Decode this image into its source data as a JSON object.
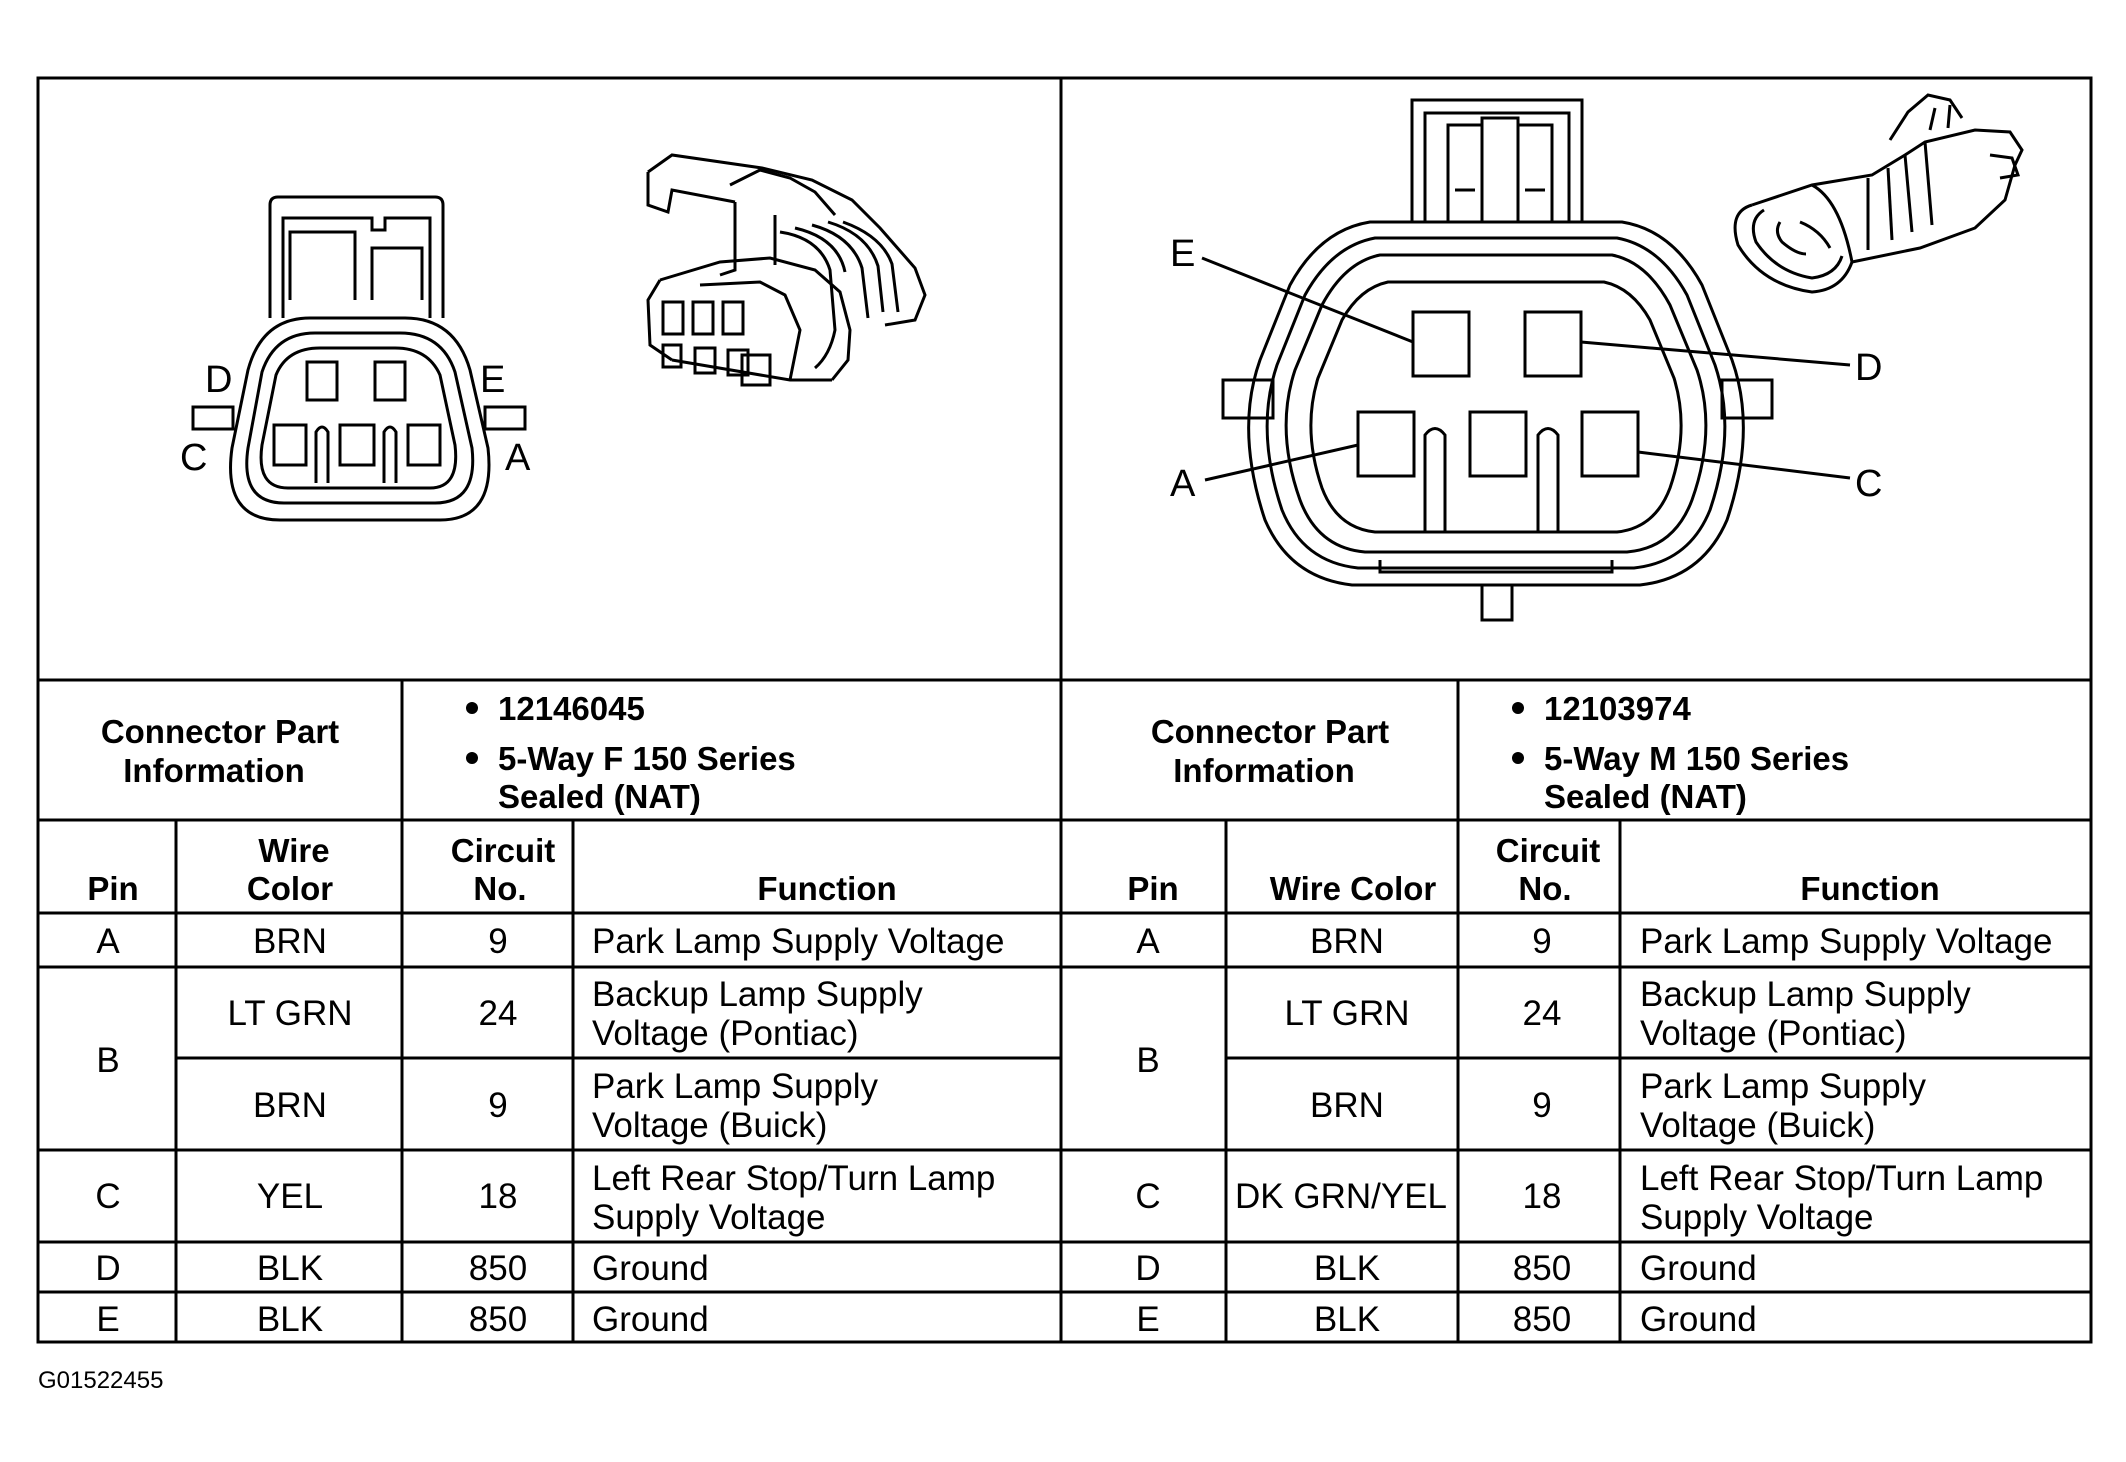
{
  "figure_id": "G01522455",
  "left": {
    "pin_labels": {
      "d": "D",
      "e": "E",
      "c": "C",
      "a": "A"
    },
    "part_info": {
      "label_line1": "Connector Part",
      "label_line2": "Information",
      "bullet1": "12146045",
      "bullet2_line1": "5-Way F 150 Series",
      "bullet2_line2": "Sealed (NAT)"
    },
    "headers": {
      "pin": "Pin",
      "wire_line1": "Wire",
      "wire_line2": "Color",
      "circuit_line1": "Circuit",
      "circuit_line2": "No.",
      "function": "Function"
    },
    "rows": [
      {
        "pin": "A",
        "wire": "BRN",
        "circuit": "9",
        "func1": "Park Lamp Supply Voltage",
        "func2": ""
      },
      {
        "pin": "B",
        "wire": "LT GRN",
        "circuit": "24",
        "func1": "Backup Lamp Supply",
        "func2": "Voltage (Pontiac)"
      },
      {
        "pin": "",
        "wire": "BRN",
        "circuit": "9",
        "func1": "Park Lamp Supply",
        "func2": "Voltage (Buick)"
      },
      {
        "pin": "C",
        "wire": "YEL",
        "circuit": "18",
        "func1": "Left Rear Stop/Turn Lamp",
        "func2": "Supply Voltage"
      },
      {
        "pin": "D",
        "wire": "BLK",
        "circuit": "850",
        "func1": "Ground",
        "func2": ""
      },
      {
        "pin": "E",
        "wire": "BLK",
        "circuit": "850",
        "func1": "Ground",
        "func2": ""
      }
    ]
  },
  "right": {
    "pin_labels": {
      "e": "E",
      "d": "D",
      "a": "A",
      "c": "C"
    },
    "part_info": {
      "label_line1": "Connector Part",
      "label_line2": "Information",
      "bullet1": "12103974",
      "bullet2_line1": "5-Way M 150 Series",
      "bullet2_line2": "Sealed (NAT)"
    },
    "headers": {
      "pin": "Pin",
      "wire": "Wire Color",
      "circuit_line1": "Circuit",
      "circuit_line2": "No.",
      "function": "Function"
    },
    "rows": [
      {
        "pin": "A",
        "wire": "BRN",
        "circuit": "9",
        "func1": "Park Lamp Supply Voltage",
        "func2": ""
      },
      {
        "pin": "B",
        "wire": "LT GRN",
        "circuit": "24",
        "func1": "Backup Lamp Supply",
        "func2": "Voltage (Pontiac)"
      },
      {
        "pin": "",
        "wire": "BRN",
        "circuit": "9",
        "func1": "Park Lamp Supply",
        "func2": "Voltage (Buick)"
      },
      {
        "pin": "C",
        "wire": "DK GRN/YEL",
        "circuit": "18",
        "func1": "Left Rear Stop/Turn Lamp",
        "func2": "Supply Voltage"
      },
      {
        "pin": "D",
        "wire": "BLK",
        "circuit": "850",
        "func1": "Ground",
        "func2": ""
      },
      {
        "pin": "E",
        "wire": "BLK",
        "circuit": "850",
        "func1": "Ground",
        "func2": ""
      }
    ]
  }
}
